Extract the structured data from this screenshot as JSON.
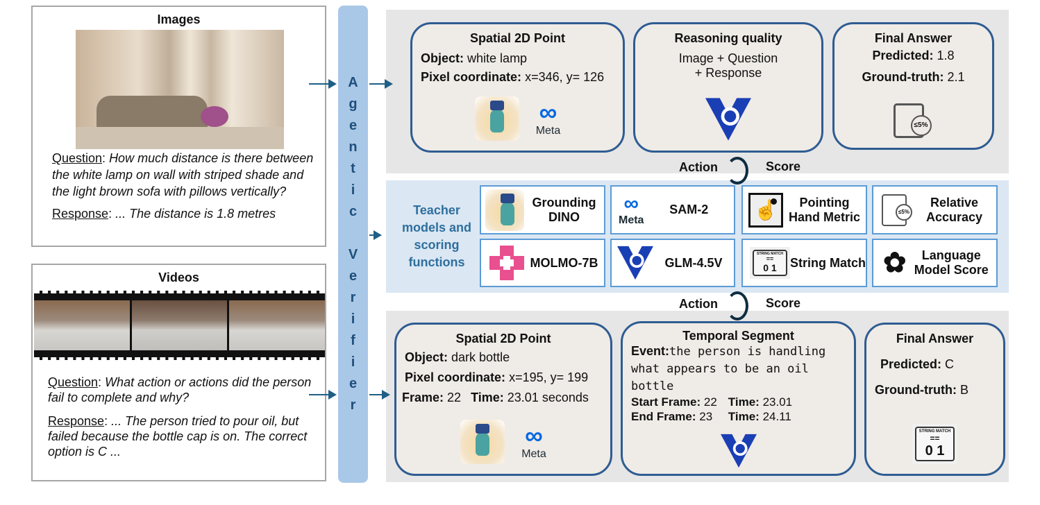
{
  "images_panel": {
    "title": "Images",
    "question_label": "Question",
    "question": "How much distance is there between the white lamp on wall with striped shade and the light brown sofa with pillows vertically?",
    "response_label": "Response",
    "response": "... The distance is  1.8 metres"
  },
  "videos_panel": {
    "title": "Videos",
    "question_label": "Question",
    "question": "What action or actions did the person fail to complete and why?",
    "response_label": "Response",
    "response": "... The person tried to pour oil, but failed because the bottle cap is on. The correct option is C ..."
  },
  "verifier": {
    "letters": [
      "A",
      "g",
      "e",
      "n",
      "t",
      "i",
      "c",
      "",
      "V",
      "e",
      "r",
      "i",
      "f",
      "i",
      "e",
      "r"
    ]
  },
  "top": {
    "spatial": {
      "title": "Spatial 2D Point",
      "object_label": "Object:",
      "object": "white lamp",
      "pixel_label": "Pixel coordinate:",
      "pixel": "x=346, y= 126",
      "meta": "Meta"
    },
    "reasoning": {
      "title": "Reasoning quality",
      "line1": "Image + Question",
      "line2": "+ Response"
    },
    "final": {
      "title": "Final Answer",
      "pred_label": "Predicted:",
      "pred": "1.8",
      "gt_label": "Ground-truth:",
      "gt": "2.1",
      "badge": "≤5%"
    }
  },
  "action_label": "Action",
  "score_label": "Score",
  "middle": {
    "title": "Teacher models and scoring functions",
    "tiles": [
      {
        "label": "Grounding DINO"
      },
      {
        "label": "SAM-2",
        "meta": "Meta"
      },
      {
        "label": "Pointing Hand Metric"
      },
      {
        "label": "Relative Accuracy",
        "badge": "≤5%"
      },
      {
        "label": "MOLMO-7B"
      },
      {
        "label": "GLM-4.5V"
      },
      {
        "label": "String Match",
        "sm_title": "STRING MATCH",
        "sm_eq": "==",
        "sm_num": "0 1"
      },
      {
        "label": "Language Model Score"
      }
    ]
  },
  "bottom": {
    "spatial": {
      "title": "Spatial 2D Point",
      "object_label": "Object:",
      "object": "dark bottle",
      "pixel_label": "Pixel coordinate:",
      "pixel": "x=195, y= 199",
      "frame_label": "Frame:",
      "frame": "22",
      "time_label": "Time:",
      "time": "23.01 seconds",
      "meta": "Meta"
    },
    "temporal": {
      "title": "Temporal Segment",
      "event_label": "Event:",
      "event": "the person is handling what appears to be an oil bottle",
      "start_label": "Start Frame:",
      "start": "22",
      "end_label": "End Frame:",
      "end": "23",
      "time_label": "Time:",
      "t1": "23.01",
      "t2": "24.11"
    },
    "final": {
      "title": "Final Answer",
      "pred_label": "Predicted:",
      "pred": "C",
      "gt_label": "Ground-truth:",
      "gt": "B",
      "sm_title": "STRING MATCH",
      "sm_eq": "==",
      "sm_num": "0 1"
    }
  },
  "colors": {
    "accent": "#2e5c92",
    "verifier": "#a9c8e8",
    "middle_bg": "#dbe7f3",
    "card_bg": "#efebe6",
    "glm": "#1a3fb5",
    "molmo": "#e8508f"
  }
}
